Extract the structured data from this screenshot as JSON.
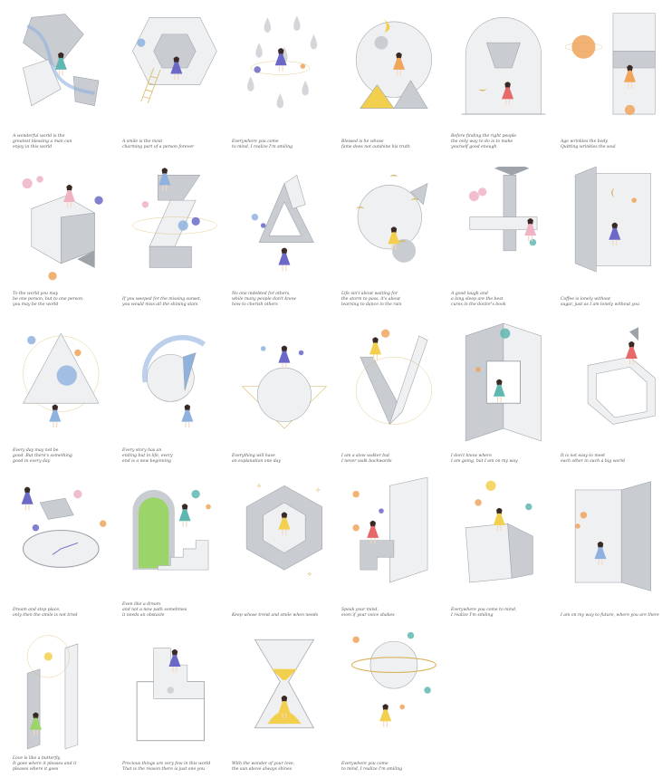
{
  "palette": {
    "silver_light": "#eef0f2",
    "silver_mid": "#c9ccd1",
    "silver_dark": "#9ea3aa",
    "blue": "#8fb1de",
    "purple": "#6b68c8",
    "pink": "#efb3c4",
    "orange": "#f0a55a",
    "yellow": "#f3cf4e",
    "gold": "#d9b25a",
    "teal": "#5fb7b2",
    "green": "#9bd56a",
    "skin": "#f4d6c0",
    "hair": "#3a2a26"
  },
  "cards": [
    {
      "id": "c01",
      "motif": "diamonds",
      "girl": "#5fb7b2",
      "caption": [
        "A wonderful world is the",
        "greatest blessing a man can",
        "enjoy in this world"
      ]
    },
    {
      "id": "c02",
      "motif": "penrose-hex",
      "girl": "#6b68c8",
      "caption": [
        "A smile is the most",
        "charming part of a person forever"
      ]
    },
    {
      "id": "c03",
      "motif": "raindrops",
      "girl": "#6b68c8",
      "caption": [
        "Everywhere you come",
        "to mind, I realize I'm smiling"
      ]
    },
    {
      "id": "c04",
      "motif": "moon-sphere",
      "girl": "#f0a55a",
      "caption": [
        "Blessed is he whose",
        "fame does not outshine his truth"
      ]
    },
    {
      "id": "c05",
      "motif": "bell-jar",
      "girl": "#e66a6a",
      "caption": [
        "Before finding the right people",
        "the only way to do is to make",
        "yourself good enough"
      ]
    },
    {
      "id": "c06",
      "motif": "tower-planet",
      "girl": "#f0a55a",
      "caption": [
        "Age wrinkles the body",
        "Quitting wrinkles the soul"
      ]
    },
    {
      "id": "c07",
      "motif": "cube-bubbles",
      "girl": "#efb3c4",
      "caption": [
        "To the world you may",
        "be one person, but to one person",
        "you may be the world"
      ]
    },
    {
      "id": "c08",
      "motif": "penrose-z",
      "girl": "#8fb1de",
      "caption": [
        "If you weeped for the missing sunset,",
        "you would miss all the shining stars"
      ]
    },
    {
      "id": "c09",
      "motif": "penrose-triangle",
      "girl": "#6b68c8",
      "caption": [
        "No one indebted for others,",
        "while many people don't know",
        "how to cherish others"
      ]
    },
    {
      "id": "c10",
      "motif": "moon-birds",
      "girl": "#f3cf4e",
      "caption": [
        "Life isn't about waiting for",
        "the storm to pass, it's about",
        "learning to dance in the rain"
      ]
    },
    {
      "id": "c11",
      "motif": "impossible-cross",
      "girl": "#efb3c4",
      "caption": [
        "A good laugh and",
        "a long sleep are the best",
        "cures in the doctor's book"
      ]
    },
    {
      "id": "c12",
      "motif": "door-night",
      "girl": "#6b68c8",
      "caption": [
        "Coffee is lonely without",
        "sugar, just as I am lonely without you"
      ]
    },
    {
      "id": "c13",
      "motif": "triangle-orbit",
      "girl": "#8fb1de",
      "caption": [
        "Every day may not be",
        "good. But there's something",
        "good in every day"
      ]
    },
    {
      "id": "c14",
      "motif": "moon-arc",
      "girl": "#8fb1de",
      "caption": [
        "Every story has an",
        "ending but in life, every",
        "end is a new beginning"
      ]
    },
    {
      "id": "c15",
      "motif": "triangle-moon",
      "girl": "#6b68c8",
      "caption": [
        "Everything will have",
        "an explanation one day"
      ]
    },
    {
      "id": "c16",
      "motif": "penrose-v",
      "girl": "#f3cf4e",
      "caption": [
        "I am a slow walker but",
        "I never walk backwards"
      ]
    },
    {
      "id": "c17",
      "motif": "penrose-frame",
      "girl": "#5fb7b2",
      "caption": [
        "I don't know where",
        "I am going, but I am on my way"
      ]
    },
    {
      "id": "c18",
      "motif": "impossible-cube",
      "girl": "#e66a6a",
      "caption": [
        "It is not easy to meet",
        "each other in such a big world"
      ]
    },
    {
      "id": "c19",
      "motif": "clock-stairs",
      "girl": "#6b68c8",
      "caption": [
        "Dream and stop place,",
        "only then the smile is not tired"
      ]
    },
    {
      "id": "c20",
      "motif": "green-window",
      "girl": "#5fb7b2",
      "caption": [
        "Even like a dream",
        "and not a new path sometimes",
        "it needs an obstacle"
      ]
    },
    {
      "id": "c21",
      "motif": "hex-spiral",
      "girl": "#f3cf4e",
      "caption": [
        "Keep whose trend and smile when needs"
      ]
    },
    {
      "id": "c22",
      "motif": "glass-stairs",
      "girl": "#e66a6a",
      "caption": [
        "Speak your mind,",
        "even if your voice shakes"
      ]
    },
    {
      "id": "c23",
      "motif": "glass-box",
      "girl": "#f3cf4e",
      "caption": [
        "Everywhere you come to mind,",
        "I realize I'm smiling"
      ]
    },
    {
      "id": "c24",
      "motif": "door-open",
      "girl": "#8fb1de",
      "caption": [
        "I am on my way to future, where you are there"
      ]
    },
    {
      "id": "c25",
      "motif": "tall-blocks",
      "girl": "#9bd56a",
      "caption": [
        "Love is like a butterfly,",
        "It goes where it pleases and it",
        "pleases where it goes"
      ]
    },
    {
      "id": "c26",
      "motif": "stair-box",
      "girl": "#6b68c8",
      "caption": [
        "Precious things are very few in this world",
        "That is the reason there is just one you"
      ]
    },
    {
      "id": "c27",
      "motif": "hourglass",
      "girl": "#f3cf4e",
      "caption": [
        "With the wonder of your love,",
        "the sun above always shines"
      ]
    },
    {
      "id": "c28",
      "motif": "saturn",
      "girl": "#f3cf4e",
      "caption": [
        "Everywhere you come",
        "to mind, I realize I'm smiling"
      ]
    }
  ]
}
